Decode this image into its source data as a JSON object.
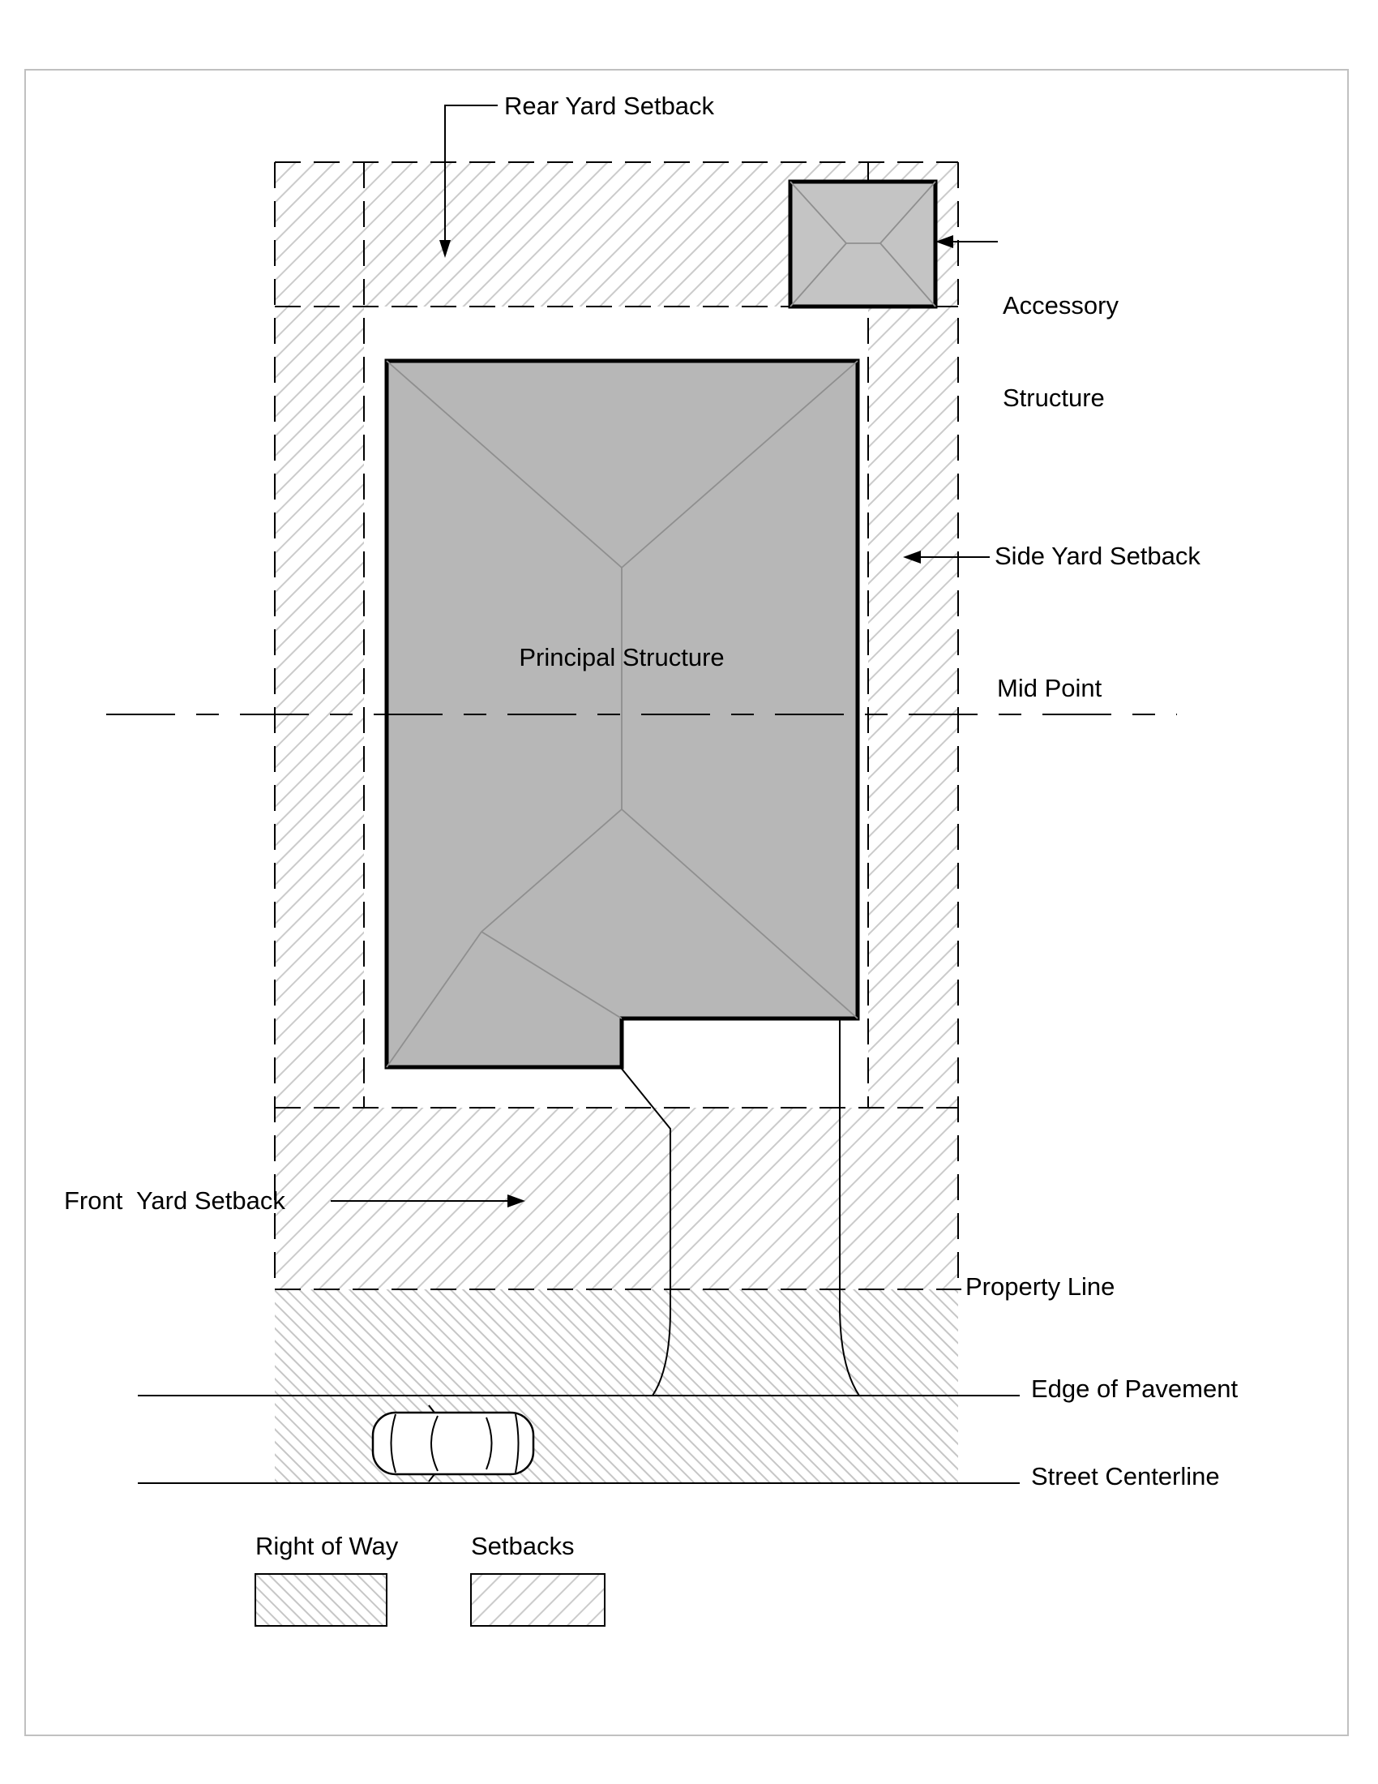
{
  "labels": {
    "rear_yard": "Rear Yard Setback",
    "accessory_line1": "Accessory",
    "accessory_line2": "Structure",
    "side_yard": "Side Yard Setback",
    "mid_point": "Mid Point",
    "principal": "Principal Structure",
    "front_yard": "Front  Yard Setback",
    "property_line": "Property Line",
    "edge_pavement": "Edge of Pavement",
    "street_centerline": "Street Centerline"
  },
  "legend": {
    "right_of_way": "Right of Way",
    "setbacks": "Setbacks"
  },
  "colors": {
    "building_fill": "#b7b7b7",
    "accessory_fill": "#c4c4c4",
    "roof_line": "#8f8f8f",
    "hatch_line": "#c9c9c9"
  }
}
